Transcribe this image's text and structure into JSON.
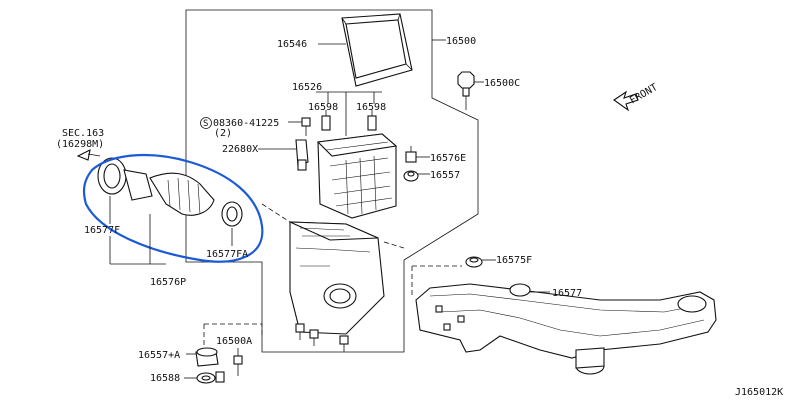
{
  "diagram_id": "J165012K",
  "direction_label": "FRONT",
  "section_ref": {
    "line1": "SEC.163",
    "line2": "(16298M)"
  },
  "parts": {
    "p16500": "16500",
    "p16500C": "16500C",
    "p16546": "16546",
    "p16526": "16526",
    "p16598a": "16598",
    "p16598b": "16598",
    "screw_code": "08360-41225",
    "screw_qty": "(2)",
    "screw_symbol": "S",
    "p22680X": "22680X",
    "p16576E": "16576E",
    "p16557": "16557",
    "p16577F": "16577F",
    "p16577FA": "16577FA",
    "p16576P": "16576P",
    "p16575F": "16575F",
    "p16577": "16577",
    "p16557A": "16557+A",
    "p16500A": "16500A",
    "p16588": "16588"
  },
  "colors": {
    "highlight": "#1a5ad7",
    "ink": "#111111"
  }
}
